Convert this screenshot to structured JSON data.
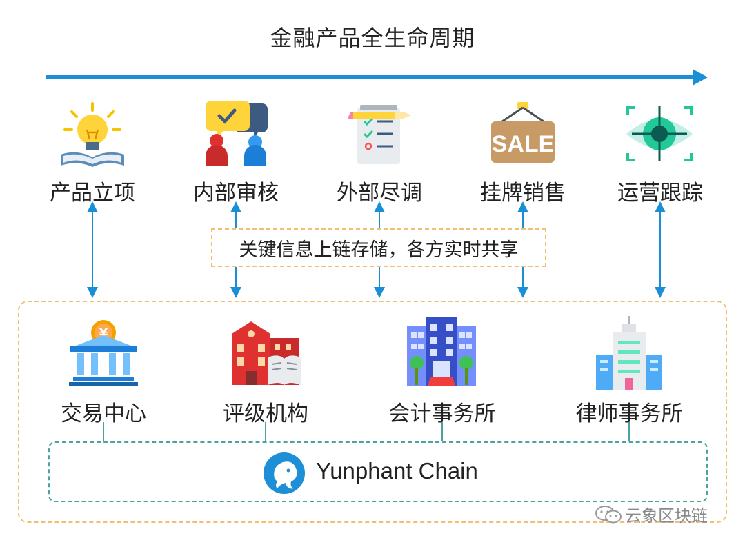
{
  "title": "金融产品全生命周期",
  "stages": [
    {
      "label": "产品立项",
      "icon": "lightbulb-book-icon"
    },
    {
      "label": "内部审核",
      "icon": "review-discussion-icon"
    },
    {
      "label": "外部尽调",
      "icon": "checklist-icon"
    },
    {
      "label": "挂牌销售",
      "icon": "sale-sign-icon"
    },
    {
      "label": "运营跟踪",
      "icon": "eye-target-icon"
    }
  ],
  "note": "关键信息上链存储，各方实时共享",
  "organizations": [
    {
      "label": "交易中心",
      "icon": "bank-yuan-icon"
    },
    {
      "label": "评级机构",
      "icon": "institution-building-icon"
    },
    {
      "label": "会计事务所",
      "icon": "office-building-icon"
    },
    {
      "label": "律师事务所",
      "icon": "skyscraper-icon"
    }
  ],
  "chain": {
    "name": "Yunphant Chain",
    "logo": "elephant-logo-icon"
  },
  "watermark": "云象区块链",
  "colors": {
    "arrow": "#1a8fd8",
    "dashed_orange": "#f0c070",
    "dashed_teal": "#4aa3a0"
  }
}
